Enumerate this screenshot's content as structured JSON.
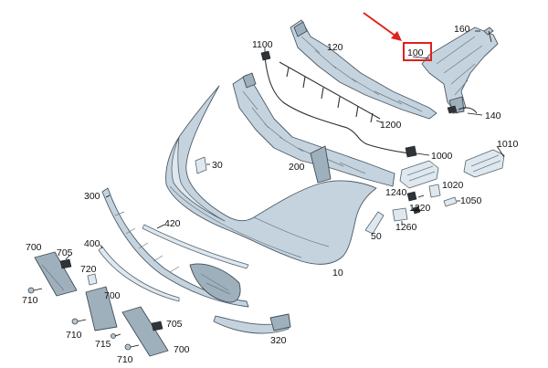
{
  "labels": {
    "p100": "100",
    "p160": "160",
    "p120": "120",
    "p1100": "1100",
    "p1200": "1200",
    "p140": "140",
    "p1000": "1000",
    "p1010": "1010",
    "p30": "30",
    "p200": "200",
    "p1240": "1240",
    "p1020": "1020",
    "p1220": "1220",
    "p1050": "1050",
    "p1260": "1260",
    "p300": "300",
    "p420": "420",
    "p50": "50",
    "p400": "400",
    "p10": "10",
    "p700a": "700",
    "p705a": "705",
    "p720": "720",
    "p710a": "710",
    "p700b": "700",
    "p710b": "710",
    "p705b": "705",
    "p715": "715",
    "p700c": "700",
    "p710c": "710",
    "p320": "320"
  },
  "highlight": {
    "part": "100",
    "color": "#e0201b"
  }
}
